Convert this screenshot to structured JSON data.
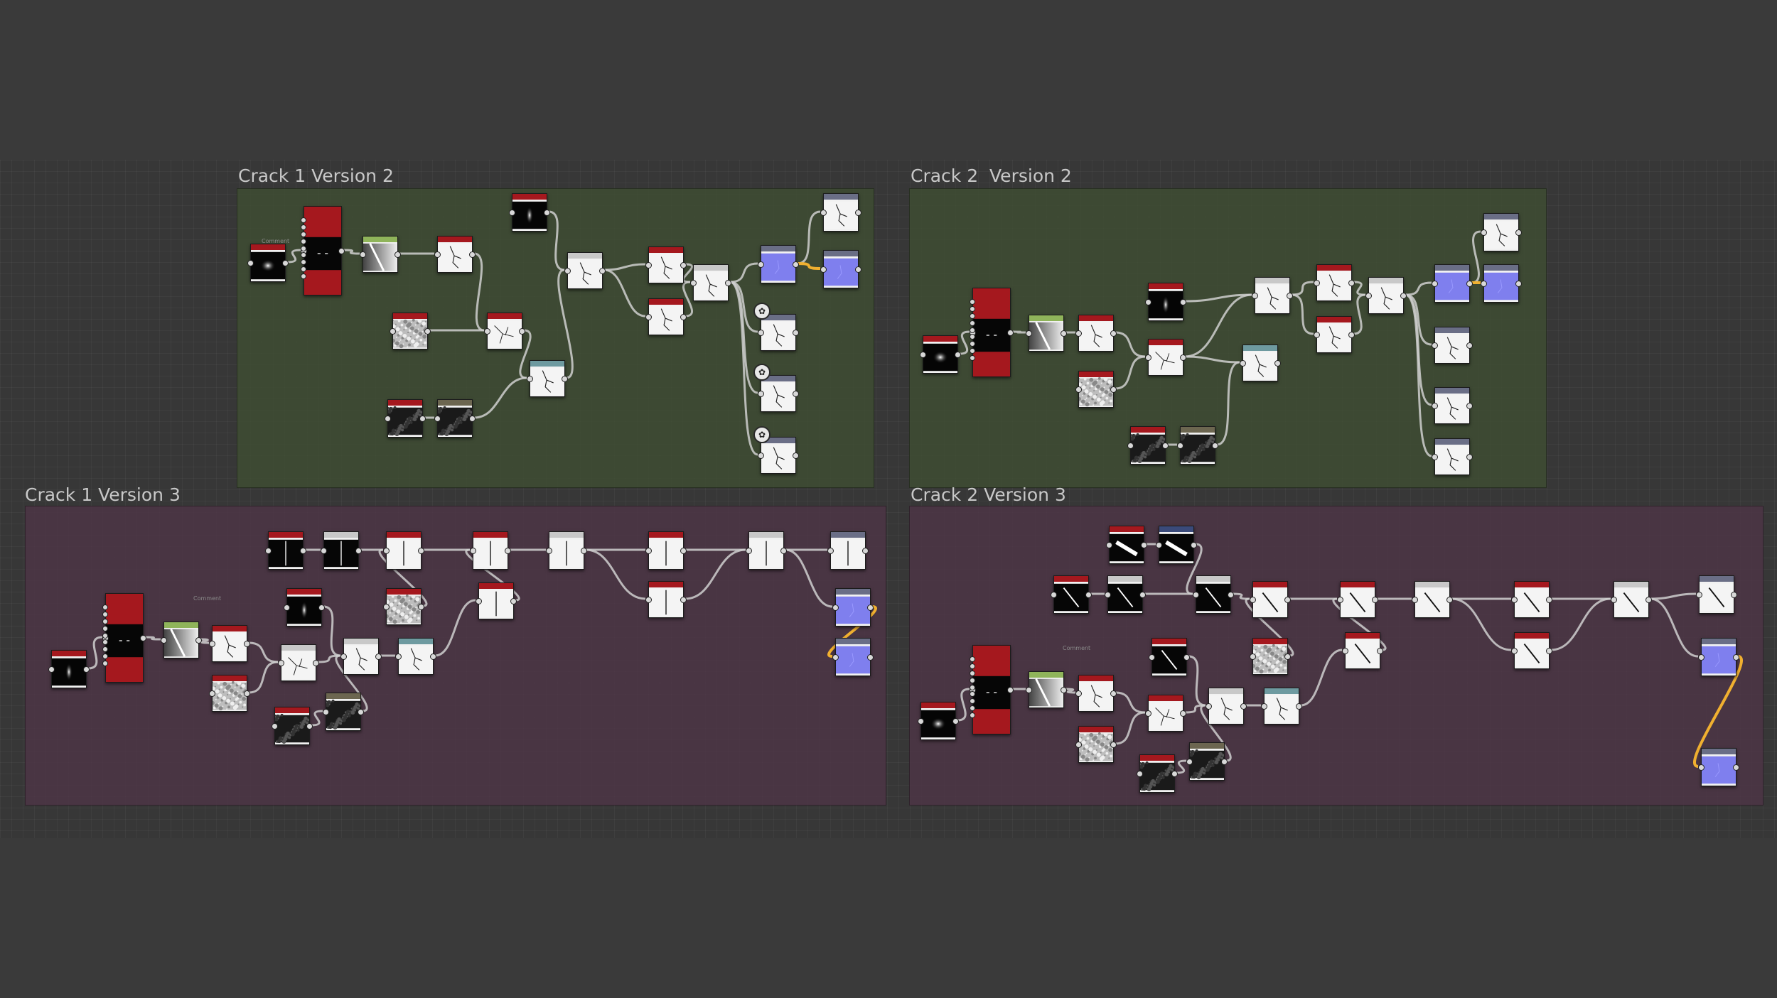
{
  "frames": [
    {
      "id": "f1",
      "title": "Crack 1 Version 2",
      "theme": "green"
    },
    {
      "id": "f2",
      "title": "Crack 2  Version 2",
      "theme": "green"
    },
    {
      "id": "f3",
      "title": "Crack 1 Version 3",
      "theme": "purple"
    },
    {
      "id": "f4",
      "title": "Crack 2 Version 3",
      "theme": "purple"
    }
  ],
  "comment_label": "Comment",
  "colors": {
    "header_red": "#a5181e",
    "header_light": "#c8c8c8",
    "header_green": "#8fb45a",
    "header_teal": "#6e9aa0",
    "header_olive": "#6c6650",
    "header_slate": "#6a6e86",
    "header_navy": "#3a4a7a",
    "normal_blue": "#7f7fee",
    "wire": "#cfcfcf",
    "wire_highlight": "#f0b030"
  },
  "icons": [
    "output-node-icon"
  ]
}
